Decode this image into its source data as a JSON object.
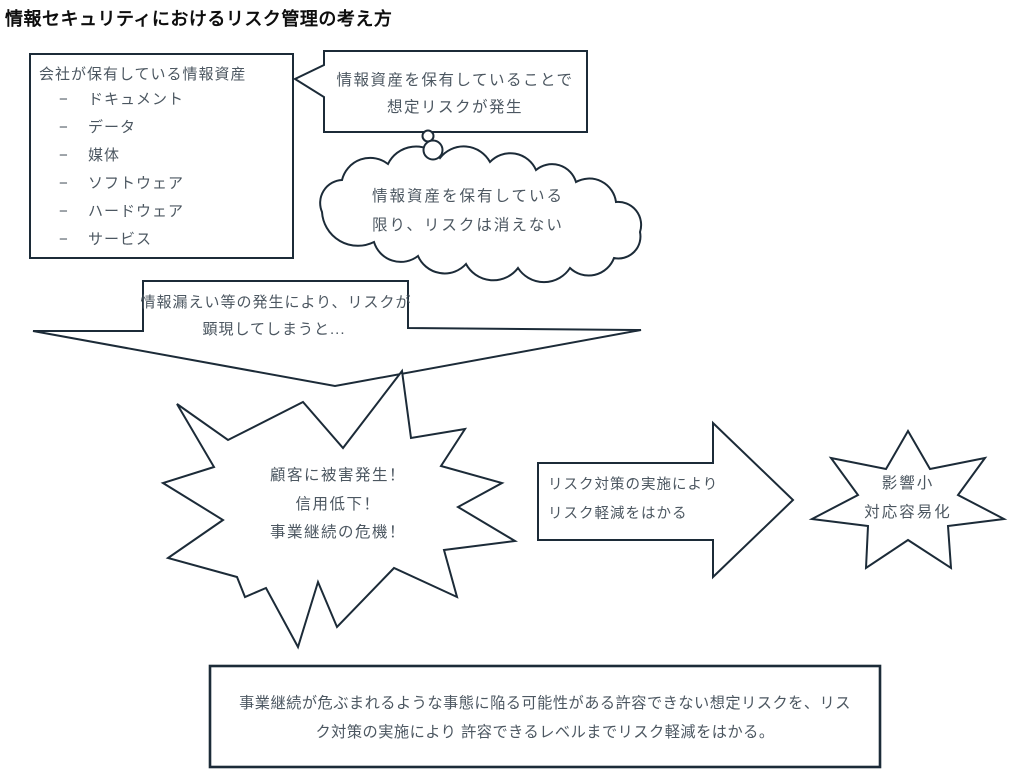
{
  "title": "情報セキュリティにおけるリスク管理の考え方",
  "asset_box": {
    "heading": "会社が保有している情報資産",
    "bullet": "−",
    "items": [
      "ドキュメント",
      "データ",
      "媒体",
      "ソフトウェア",
      "ハードウェア",
      "サービス"
    ]
  },
  "callout": {
    "line1": "情報資産を保有していることで",
    "line2": "想定リスクが発生"
  },
  "cloud": {
    "line1": "情報資産を保有している",
    "line2": "限り、リスクは消えない"
  },
  "down_arrow": {
    "line1": "情報漏えい等の発生により、リスクが",
    "line2": "顕現してしまうと..."
  },
  "explosion": {
    "line1": "顧客に被害発生！",
    "line2": "信用低下！",
    "line3": "事業継続の危機！"
  },
  "process_arrow": {
    "line1": "リスク対策の実施により",
    "line2": "リスク軽減をはかる"
  },
  "star": {
    "line1": "影響小",
    "line2": "対応容易化"
  },
  "summary_box": {
    "line1": "事業継続が危ぶまれるような事態に陥る可能性がある許容できない想定リスクを、リス",
    "line2": "ク対策の実施により 許容できるレベルまでリスク軽減をはかる。"
  },
  "colors": {
    "stroke": "#1c2b38",
    "text": "#4c5761",
    "title": "#0e0e0e",
    "background": "#ffffff"
  }
}
